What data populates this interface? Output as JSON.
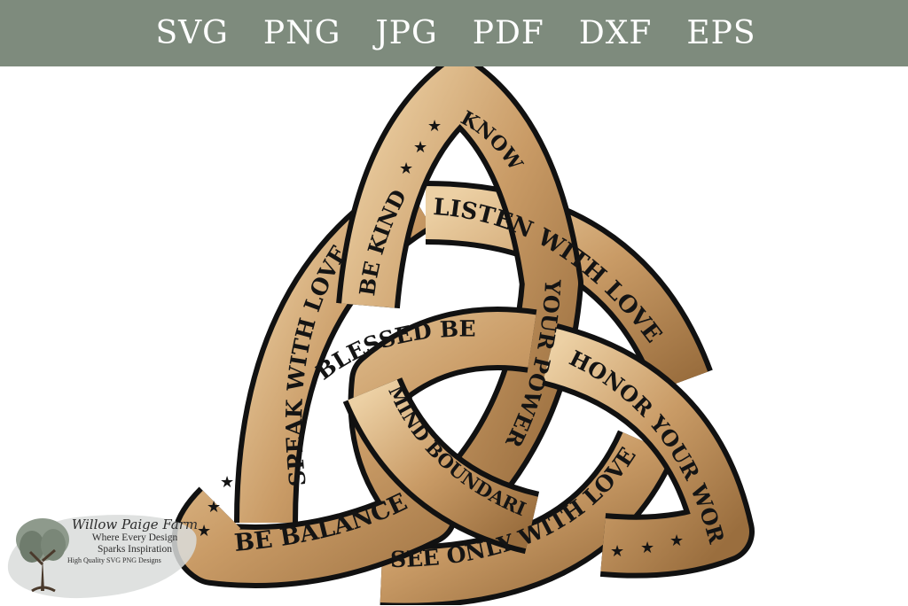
{
  "banner": {
    "formats": [
      "SVG",
      "PNG",
      "JPG",
      "PDF",
      "DXF",
      "EPS"
    ],
    "background": "#7e8b7d"
  },
  "design": {
    "knot_phrases": {
      "know": "KNOW",
      "be_kind": "BE KIND",
      "listen_with_love": "LISTEN WITH LOVE",
      "speak_with_love": "SPEAK WITH LOVE",
      "your_power": "YOUR POWER",
      "blessed_be": "BLESSED BE",
      "honor_your_word": "HONOR YOUR WORD",
      "mind_boundaries": "MIND BOUNDARIES",
      "be_balanced": "BE BALANCED",
      "see_only_with_love": "SEE ONLY WITH LOVE"
    },
    "colors": {
      "gold_light": "#e6c393",
      "gold": "#c99b66",
      "gold_dark": "#8a6236",
      "outline": "#111111"
    }
  },
  "logo": {
    "name": "Willow Paige Farm",
    "tagline_1": "Where Every Design",
    "tagline_2": "Sparks Inspiration",
    "fineprint": "High Quality SVG PNG Designs"
  }
}
